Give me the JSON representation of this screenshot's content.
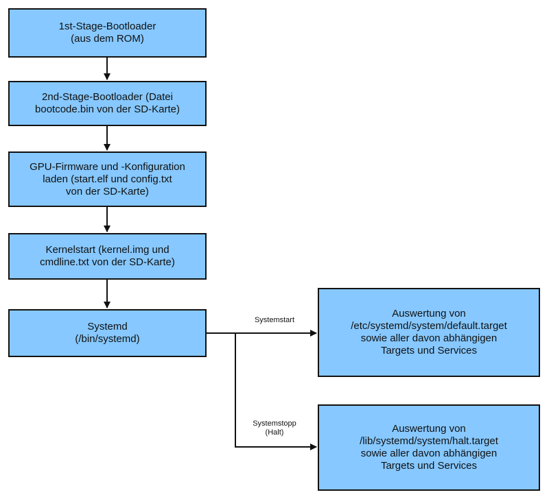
{
  "nodes": {
    "first_stage": "1st-Stage-Bootloader\n(aus dem ROM)",
    "second_stage": "2nd-Stage-Bootloader (Datei\nbootcode.bin von der SD-Karte)",
    "gpu_firmware": "GPU-Firmware und -Konfiguration\nladen (start.elf und config.txt\nvon der SD-Karte)",
    "kernel_start": "Kernelstart (kernel.img und\ncmdline.txt von der SD-Karte)",
    "systemd": "Systemd\n(/bin/systemd)",
    "default_target": "Auswertung von\n/etc/systemd/system/default.target\nsowie aller davon abhängigen\nTargets und Services",
    "halt_target": "Auswertung von\n/lib/systemd/system/halt.target\nsowie aller davon abhängigen\nTargets und Services"
  },
  "edges": {
    "systemstart": "Systemstart",
    "systemstopp": "Systemstopp\n(Halt)"
  },
  "colors": {
    "box_fill": "#86c8ff",
    "stroke": "#111111"
  }
}
